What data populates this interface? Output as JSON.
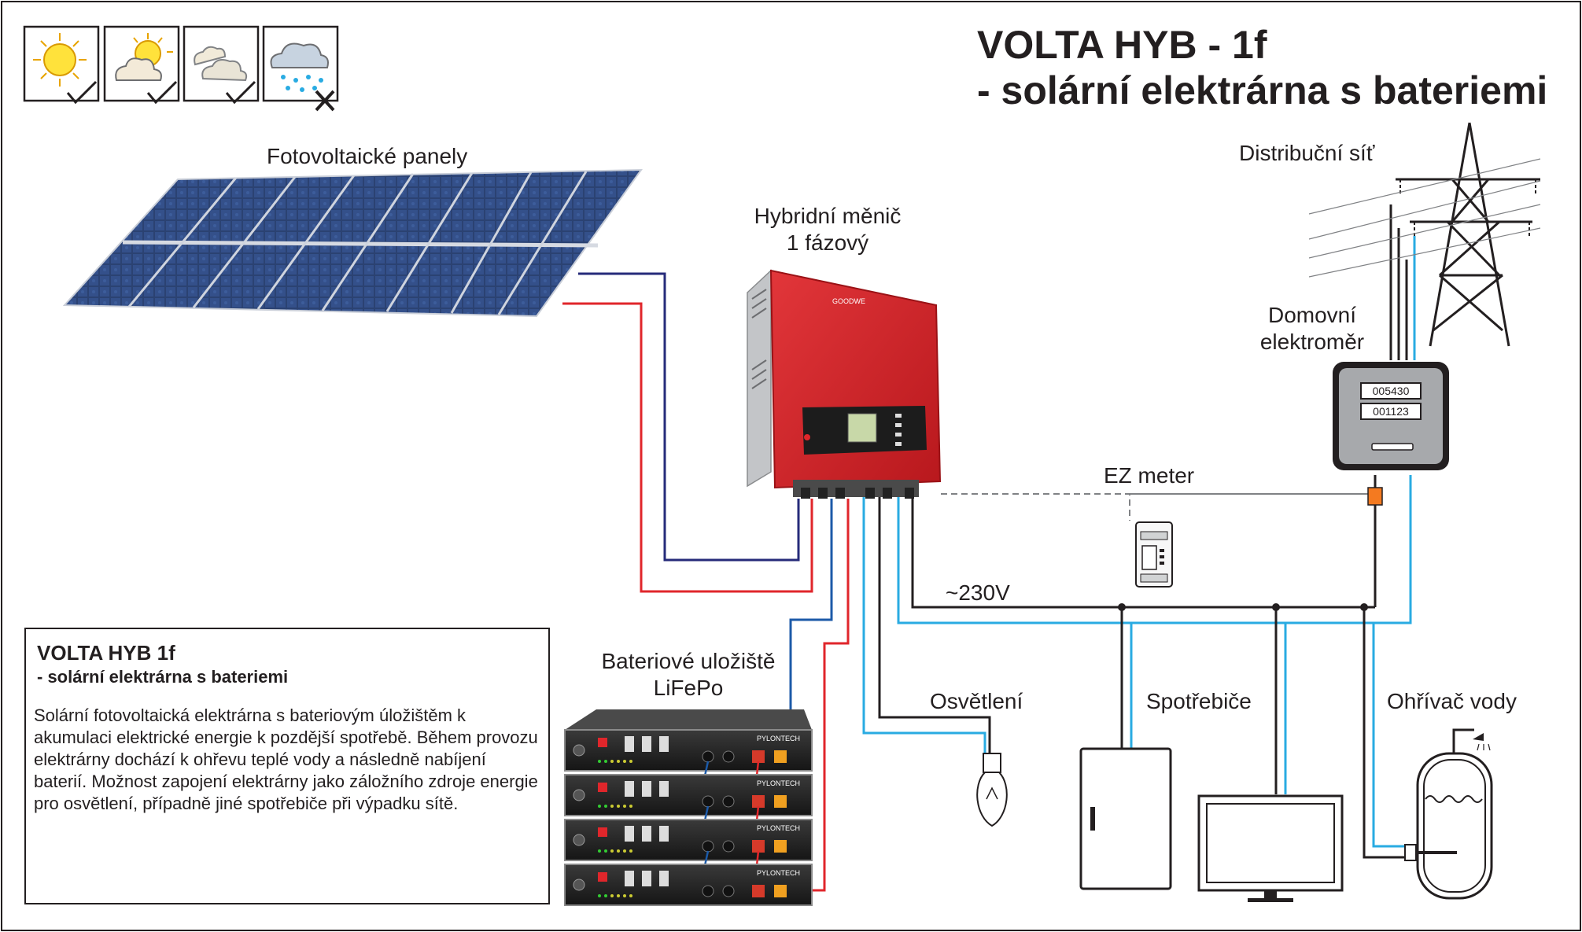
{
  "title": {
    "line1": "VOLTA HYB - 1f",
    "line2": "- solární elektrárna s bateriemi"
  },
  "weather_icons": [
    {
      "name": "sun-icon",
      "status": "check"
    },
    {
      "name": "sun-cloud-icon",
      "status": "check"
    },
    {
      "name": "cloud-icon",
      "status": "check"
    },
    {
      "name": "rain-cloud-icon",
      "status": "cross"
    }
  ],
  "labels": {
    "pv_panels": "Fotovoltaické panely",
    "inverter_line1": "Hybridní měnič",
    "inverter_line2": "1 fázový",
    "grid": "Distribuční síť",
    "meter_line1": "Domovní",
    "meter_line2": "elektroměr",
    "ez_meter": "EZ meter",
    "voltage": "~230V",
    "battery_line1": "Bateriové uložiště",
    "battery_line2": "LiFePo",
    "lighting": "Osvětlení",
    "appliances": "Spotřebiče",
    "water_heater": "Ohřívač vody"
  },
  "meter": {
    "reading1": "005430",
    "reading2": "001123"
  },
  "inverter_brand": "GOODWE",
  "battery_brand": "PYLONTECH",
  "battery_modules": 4,
  "description": {
    "title": "VOLTA HYB 1f",
    "subtitle": "- solární elektrárna s bateriemi",
    "text": "Solární fotovoltaická elektrárna s bateriovým úložištěm  k akumulaci elektrické energie k pozdější spotřebě. Během provozu elektrárny dochází k ohřevu teplé vody a následně nabíjení baterií. Možnost zapojení elektrárny jako záložního zdroje energie pro osvětlení, případně jiné spotřebiče při výpadku sítě."
  },
  "colors": {
    "wire_dark": "#231f20",
    "wire_cyan": "#29abe2",
    "wire_red": "#e0262b",
    "wire_navy": "#262b7a",
    "wire_blue": "#1c5aa8",
    "inverter_red": "#d2232a",
    "panel_blue": "#2a3f6b",
    "connector_orange": "#f47a20"
  }
}
